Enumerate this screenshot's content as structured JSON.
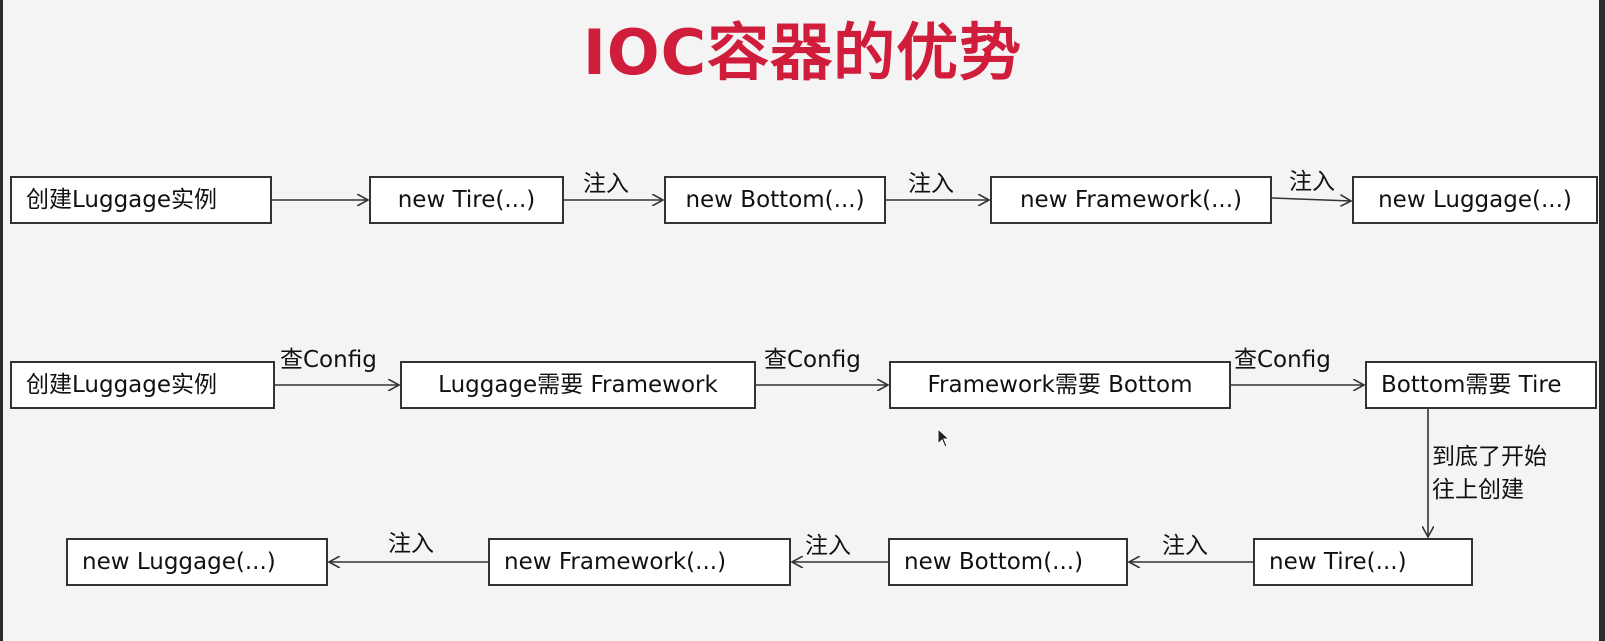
{
  "title": "IOC容器的优势",
  "row1": {
    "boxes": [
      "创建Luggage实例",
      "new Tire(...)",
      "new Bottom(...)",
      "new Framework(...)",
      "new Luggage(...)"
    ],
    "labels": [
      "注入",
      "注入",
      "注入"
    ]
  },
  "row2": {
    "boxes": [
      "创建Luggage实例",
      "Luggage需要 Framework",
      "Framework需要 Bottom",
      "Bottom需要 Tire"
    ],
    "labels": [
      "查Config",
      "查Config",
      "查Config"
    ]
  },
  "down_label": [
    "到底了开始",
    "往上创建"
  ],
  "row3": {
    "boxes": [
      "new Luggage(...)",
      "new Framework(...)",
      "new Bottom(...)",
      "new Tire(...)"
    ],
    "labels": [
      "注入",
      "注入",
      "注入"
    ]
  },
  "colors": {
    "title": "#d01d3c",
    "stroke": "#333333"
  }
}
